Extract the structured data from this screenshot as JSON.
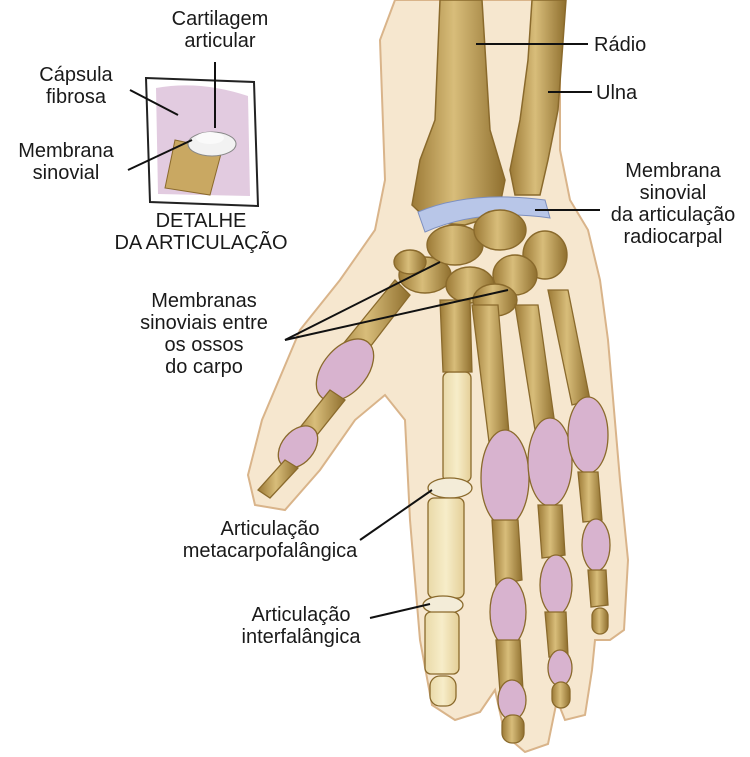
{
  "labels": {
    "cartilage": [
      "Cartilagem",
      "articular"
    ],
    "capsule": [
      "Cápsula",
      "fibrosa"
    ],
    "synovial_detail": [
      "Membrana",
      "sinovial"
    ],
    "detail_title": [
      "DETALHE",
      "DA ARTICULAÇÃO"
    ],
    "radius": "Rádio",
    "ulna": "Ulna",
    "radiocarpal": [
      "Membrana",
      "sinovial",
      "da articulação",
      "radiocarpal"
    ],
    "carpal_membranes": [
      "Membranas",
      "sinoviais entre",
      "os ossos",
      "do carpo"
    ],
    "mcp": [
      "Articulação",
      "metacarpofalângica"
    ],
    "ip": [
      "Articulação",
      "interfalângica"
    ]
  },
  "colors": {
    "skin": "#f6e7cf",
    "skin_outline": "#d9b48a",
    "bone": "#c9a862",
    "bone_dark": "#8a6a2c",
    "joint_pink": "#d8b3cf",
    "synovial_blue": "#b8c6e8",
    "leader": "#111111"
  }
}
